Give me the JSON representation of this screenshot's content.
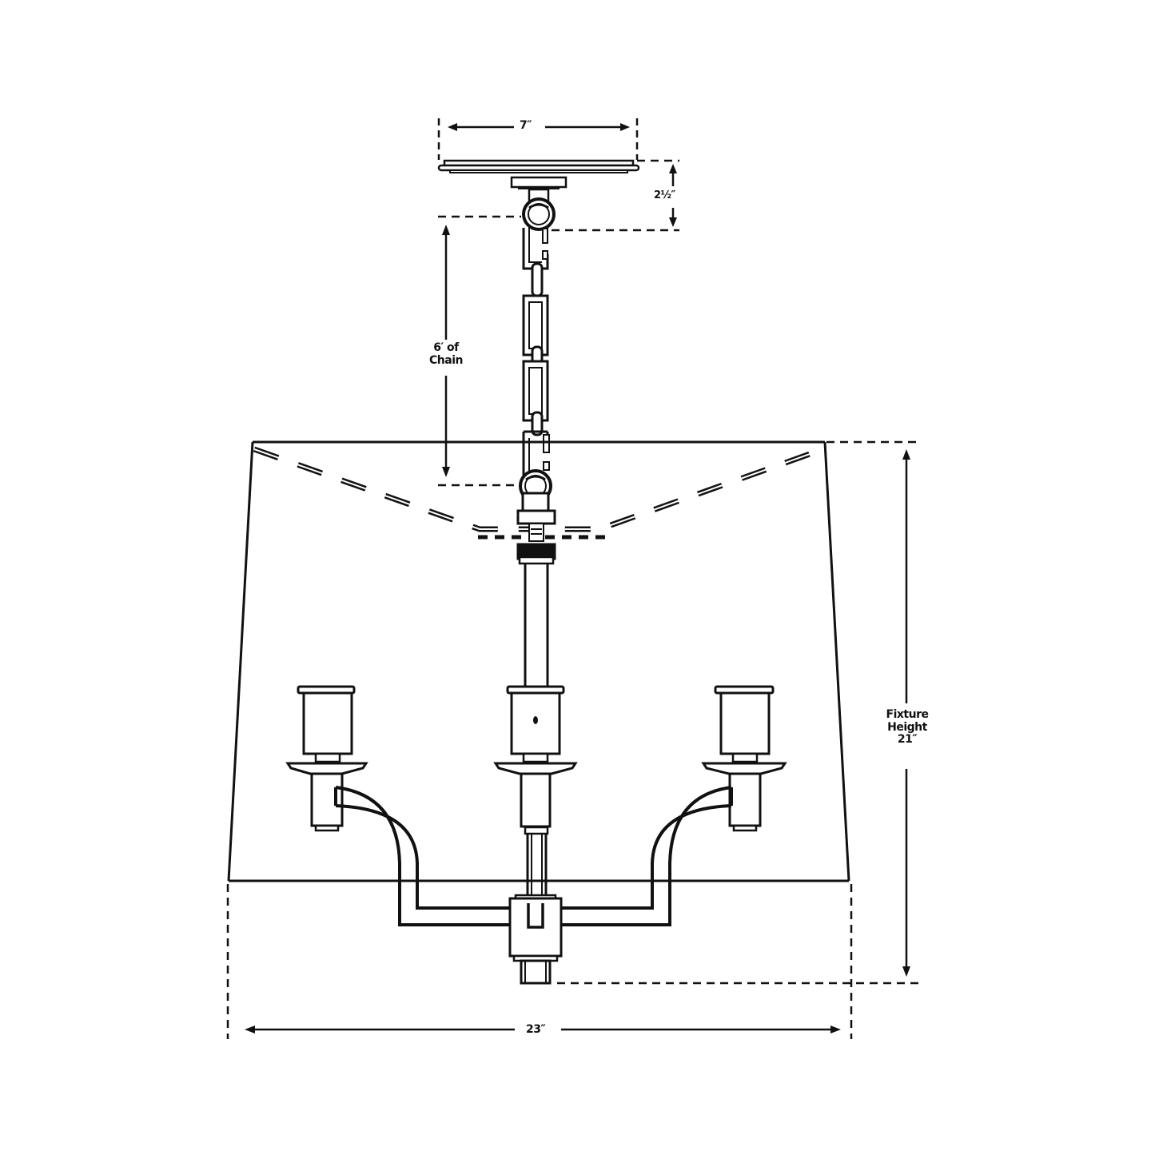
{
  "diagram": {
    "type": "dimension-drawing",
    "subject": "chandelier-with-drum-shade",
    "colors": {
      "line": "#111111",
      "background": "#ffffff"
    },
    "dimensions": {
      "canopy_width": {
        "label": "7″",
        "value_in": 7
      },
      "canopy_height": {
        "label": "2½″",
        "value_in": 2.5
      },
      "chain_length": {
        "line1": "6′ of",
        "line2": "Chain",
        "value_ft": 6
      },
      "fixture_height": {
        "line1": "Fixture",
        "line2": "Height",
        "line3": "21″",
        "value_in": 21
      },
      "fixture_width": {
        "label": "23″",
        "value_in": 23
      }
    },
    "components": [
      "ceiling-canopy",
      "chain",
      "shade-drum",
      "center-column",
      "candle-arm-left",
      "candle-arm-center",
      "candle-arm-right",
      "bottom-finial"
    ]
  }
}
